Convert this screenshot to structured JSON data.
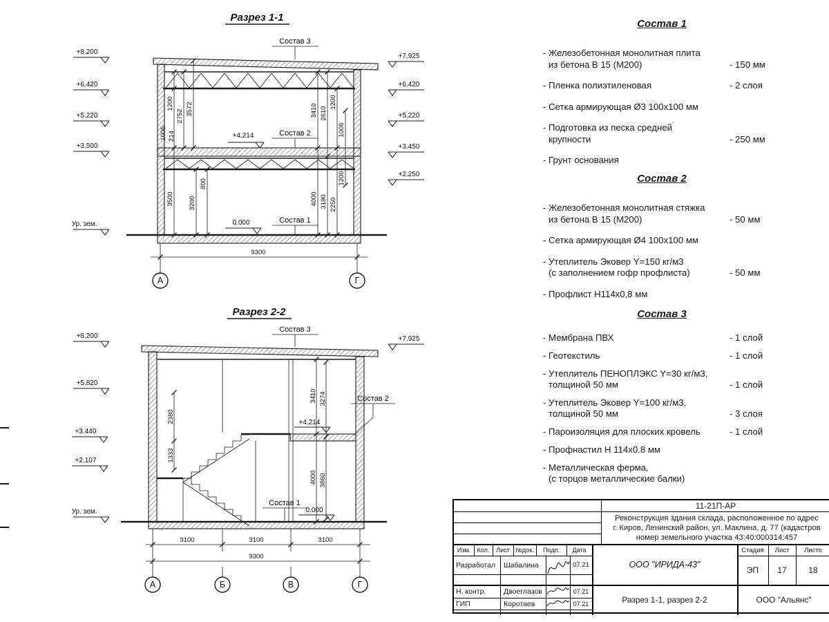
{
  "s1": {
    "title": "Разрез 1-1",
    "labels": {
      "sostav3": "Состав 3",
      "sostav2": "Состав 2",
      "sostav1": "Состав 1",
      "lvl4214": "+4.214",
      "zero": "0.000"
    },
    "elev_left": {
      "e1": "+8.200",
      "e2": "+6.420",
      "e3": "+5.220",
      "e4": "+3.500",
      "ground": "Ур. зем."
    },
    "elev_right": {
      "e1": "+7.925",
      "e2": "+6.420",
      "e3": "+5.220",
      "e4": "+3.450",
      "e5": "+2.250"
    },
    "dims": {
      "a1200": "1200",
      "a1006": "1006",
      "a214": "214",
      "a2752": "2752",
      "a3572": "3572",
      "b3410": "3410",
      "b2610": "2610",
      "b1200": "1200",
      "b1006": "1006",
      "c800": "800",
      "c3500": "3500",
      "c3200": "3200",
      "d4000": "4000",
      "d3190": "3190",
      "d2250": "2250",
      "d1200": "1200",
      "span": "9300"
    },
    "axes": {
      "a": "А",
      "g": "Г"
    }
  },
  "s2": {
    "title": "Разрез 2-2",
    "labels": {
      "sostav3": "Состав 3",
      "sostav2": "Состав 2",
      "sostav1": "Состав 1",
      "lvl4214": "+4.214",
      "zero": "0.000"
    },
    "elev_left": {
      "e1": "+8.200",
      "e2": "+5.820",
      "e3": "+3.440",
      "e4": "+2.107",
      "ground": "Ур. зем."
    },
    "elev_right": {
      "e1": "+7.925"
    },
    "dims": {
      "a2380": "2380",
      "a1333": "1333",
      "b3410": "3410",
      "b3274": "3274",
      "b4000": "4000",
      "b3860": "3860",
      "w1": "3100",
      "w2": "3100",
      "w3": "3100",
      "span": "9300"
    },
    "axes": {
      "a": "А",
      "b": "Б",
      "v": "В",
      "g": "Г"
    }
  },
  "comp1": {
    "title": "Состав 1",
    "items": [
      {
        "l1": "- Железобетонная  монолитная плита",
        "l2": "из бетона В 15 (М200)",
        "v": "- 150 мм"
      },
      {
        "l1": "- Пленка полиэтиленовая",
        "l2": "",
        "v": "-  2 слоя"
      },
      {
        "l1": "- Сетка армирующая Ø3 100х100 мм",
        "l2": "",
        "v": ""
      },
      {
        "l1": "- Подготовка из песка средней",
        "l2": "крупности",
        "v": "- 250 мм"
      },
      {
        "l1": "- Грунт основания",
        "l2": "",
        "v": ""
      }
    ]
  },
  "comp2": {
    "title": "Состав 2",
    "items": [
      {
        "l1": "- Железобетонная  монолитная стяжка",
        "l2": "из бетона В 15 (М200)",
        "v": "- 50 мм"
      },
      {
        "l1": "- Сетка армирующая Ø4 100х100 мм",
        "l2": "",
        "v": ""
      },
      {
        "l1": "- Утеплитель Эковер Y=150 кг/м3",
        "l2": "(с заполнением гофр профлиста)",
        "v": "- 50 мм"
      },
      {
        "l1": "- Профлист Н114х0,8 мм",
        "l2": "",
        "v": ""
      }
    ]
  },
  "comp3": {
    "title": "Состав 3",
    "items": [
      {
        "l1": "- Мембрана ПВХ",
        "l2": "",
        "v": "- 1 слой"
      },
      {
        "l1": "- Геотекстиль",
        "l2": "",
        "v": "- 1 слой"
      },
      {
        "l1": "- Утеплитель ПЕНОПЛЭКС Y=30 кг/м3,",
        "l2": "толщиной 50 мм",
        "v": "- 1 слой"
      },
      {
        "l1": "- Утеплитель Эковер Y=100 кг/м3,",
        "l2": "толщиной 50 мм",
        "v": "- 3 слоя"
      },
      {
        "l1": "- Пароизоляция для плоских кровель",
        "l2": "",
        "v": "- 1 слой"
      },
      {
        "l1": "- Профнастил Н 114х0.8 мм",
        "l2": "",
        "v": ""
      },
      {
        "l1": "- Металлическая ферма,",
        "l2": "(с торцов металлические балки)",
        "v": ""
      }
    ]
  },
  "stamp": {
    "code": "11-21П-АР",
    "desc1": "Реконструкция здания склада, расположенное по адрес",
    "desc2": "г. Киров, Ленинский район, ул. Маклина, д. 77 (кадастров",
    "desc3": "номер земельного участка 43:40:000314:457",
    "cols": {
      "izm": "Изм.",
      "kol": "Кол.",
      "list": "Лист",
      "ndok": "№док.",
      "podp": "Подп.",
      "data": "Дата"
    },
    "rows": [
      {
        "role": "Разработал",
        "name": "Шабалина",
        "date": "07.21"
      },
      {
        "role": "Н. контр.",
        "name": "Двоеглазов",
        "date": "07.21"
      },
      {
        "role": "ГИП",
        "name": "Коротаев",
        "date": "07.21"
      }
    ],
    "org": "ООО \"ИРИДА-43\"",
    "stage_label": "Стадия",
    "list_label": "Лист",
    "listov_label": "Листо",
    "stage": "ЭП",
    "list": "17",
    "listov": "18",
    "sheet_title": "Разрез 1-1, разрез 2-2",
    "contractor": "ООО \"Альянс\""
  }
}
